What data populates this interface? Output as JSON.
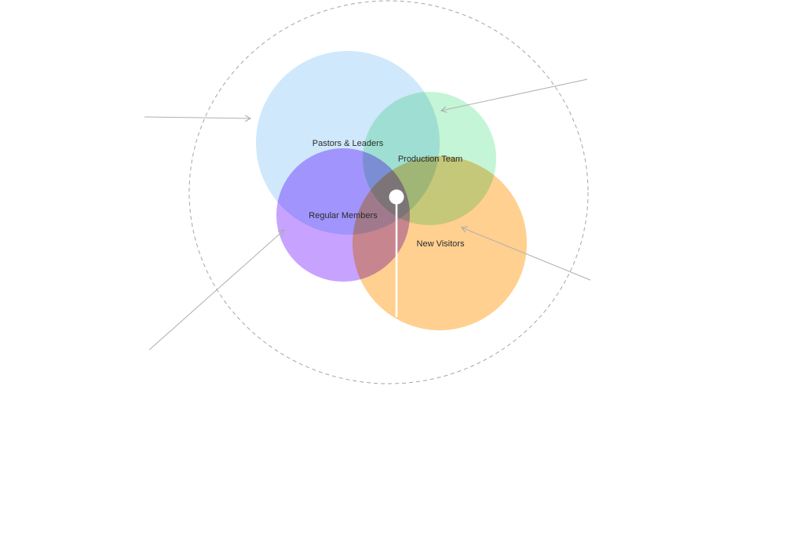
{
  "diagram": {
    "type": "venn",
    "groups": [
      {
        "id": "pastors",
        "label": "Pastors & Leaders",
        "color": "#cfe8fc"
      },
      {
        "id": "production",
        "label": "Production Team",
        "color": "#c4f5d6"
      },
      {
        "id": "regular",
        "label": "Regular Members",
        "color": "#c7a3ff"
      },
      {
        "id": "visitors",
        "label": "New Visitors",
        "color": "#ffd08f"
      }
    ],
    "boundary_color": "#a6a6a6",
    "pointer_color": "#b0b0b0",
    "marker_color": "#ffffff"
  }
}
